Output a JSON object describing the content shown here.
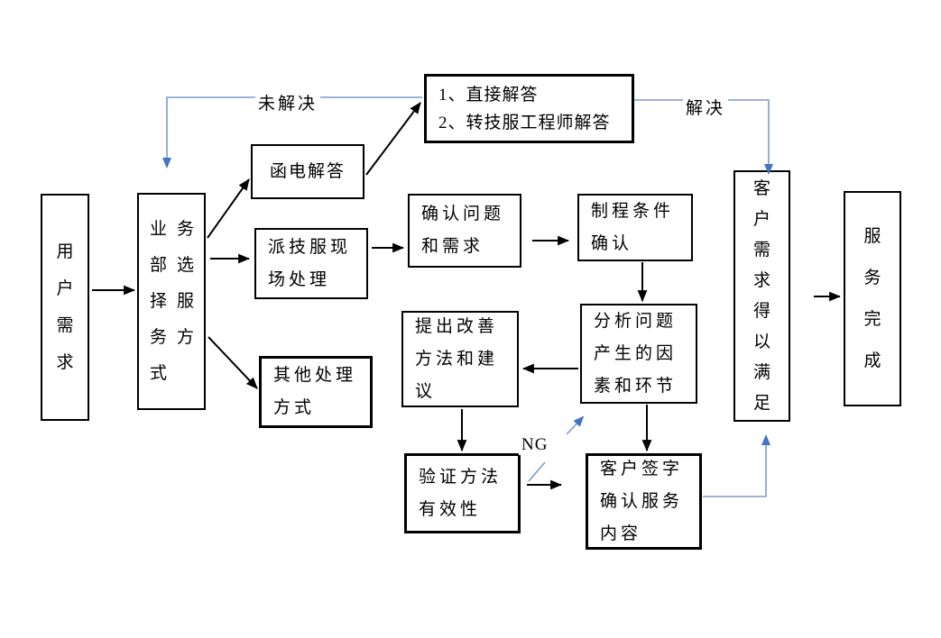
{
  "nodes": {
    "user_demand": {
      "lines": [
        "用",
        "户",
        "需",
        "求"
      ]
    },
    "business_select": {
      "lines": [
        "业务",
        "部选",
        "择服",
        "务方",
        "式"
      ]
    },
    "letter_reply": {
      "lines": [
        "函电解答"
      ]
    },
    "dispatch_field": {
      "lines": [
        "派技服现",
        "场处理"
      ]
    },
    "other_method": {
      "lines": [
        "其他处理",
        "方式"
      ]
    },
    "answer_options": {
      "lines": [
        "1、直接解答",
        "2、转技服工程师解答"
      ]
    },
    "confirm_problem": {
      "lines": [
        "确认问题",
        "和需求"
      ]
    },
    "process_condition": {
      "lines": [
        "制程条件",
        "确认"
      ]
    },
    "analyze_problem": {
      "lines": [
        "分析问题",
        "产生的因",
        "素和环节"
      ]
    },
    "propose_improvement": {
      "lines": [
        "提出改善",
        "方法和建",
        "议"
      ]
    },
    "verify_method": {
      "lines": [
        "验证方法",
        "有效性"
      ]
    },
    "customer_sign": {
      "lines": [
        "客户签字",
        "确认服务",
        "内容"
      ]
    },
    "customer_satisfied": {
      "lines": [
        "客",
        "户",
        "需",
        "求",
        "得",
        "以",
        "满",
        "足"
      ]
    },
    "service_complete": {
      "lines": [
        "服",
        "务",
        "完",
        "成"
      ]
    }
  },
  "labels": {
    "unresolved": "未解决",
    "resolved": "解决",
    "ng": "NG"
  },
  "colors": {
    "connector_blue": "#7f99cf",
    "arrowhead_blue": "#4472c4"
  }
}
